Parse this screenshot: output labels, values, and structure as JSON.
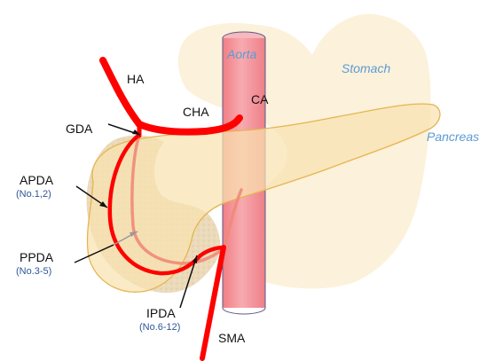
{
  "organs": {
    "aorta": "Aorta",
    "stomach": "Stomach",
    "pancreas": "Pancreas"
  },
  "vessels": {
    "ha": "HA",
    "cha": "CHA",
    "ca": "CA",
    "gda": "GDA",
    "apda": "APDA",
    "apda_no": "(No.1,2)",
    "ppda": "PPDA",
    "ppda_no": "(No.3-5)",
    "ipda": "IPDA",
    "ipda_no": "(No.6-12)",
    "sma": "SMA"
  },
  "colors": {
    "artery": "#ff0000",
    "artery_posterior": "#f08a78",
    "aorta_fill": "#f4a0a4",
    "aorta_outline": "#5a5a8a",
    "stomach_fill": "#fcefd4",
    "pancreas_fill": "#f8e2b0",
    "pancreas_outline": "#e6b550",
    "organ_label": "#5b9bd5",
    "segment_number": "#2f5597"
  }
}
